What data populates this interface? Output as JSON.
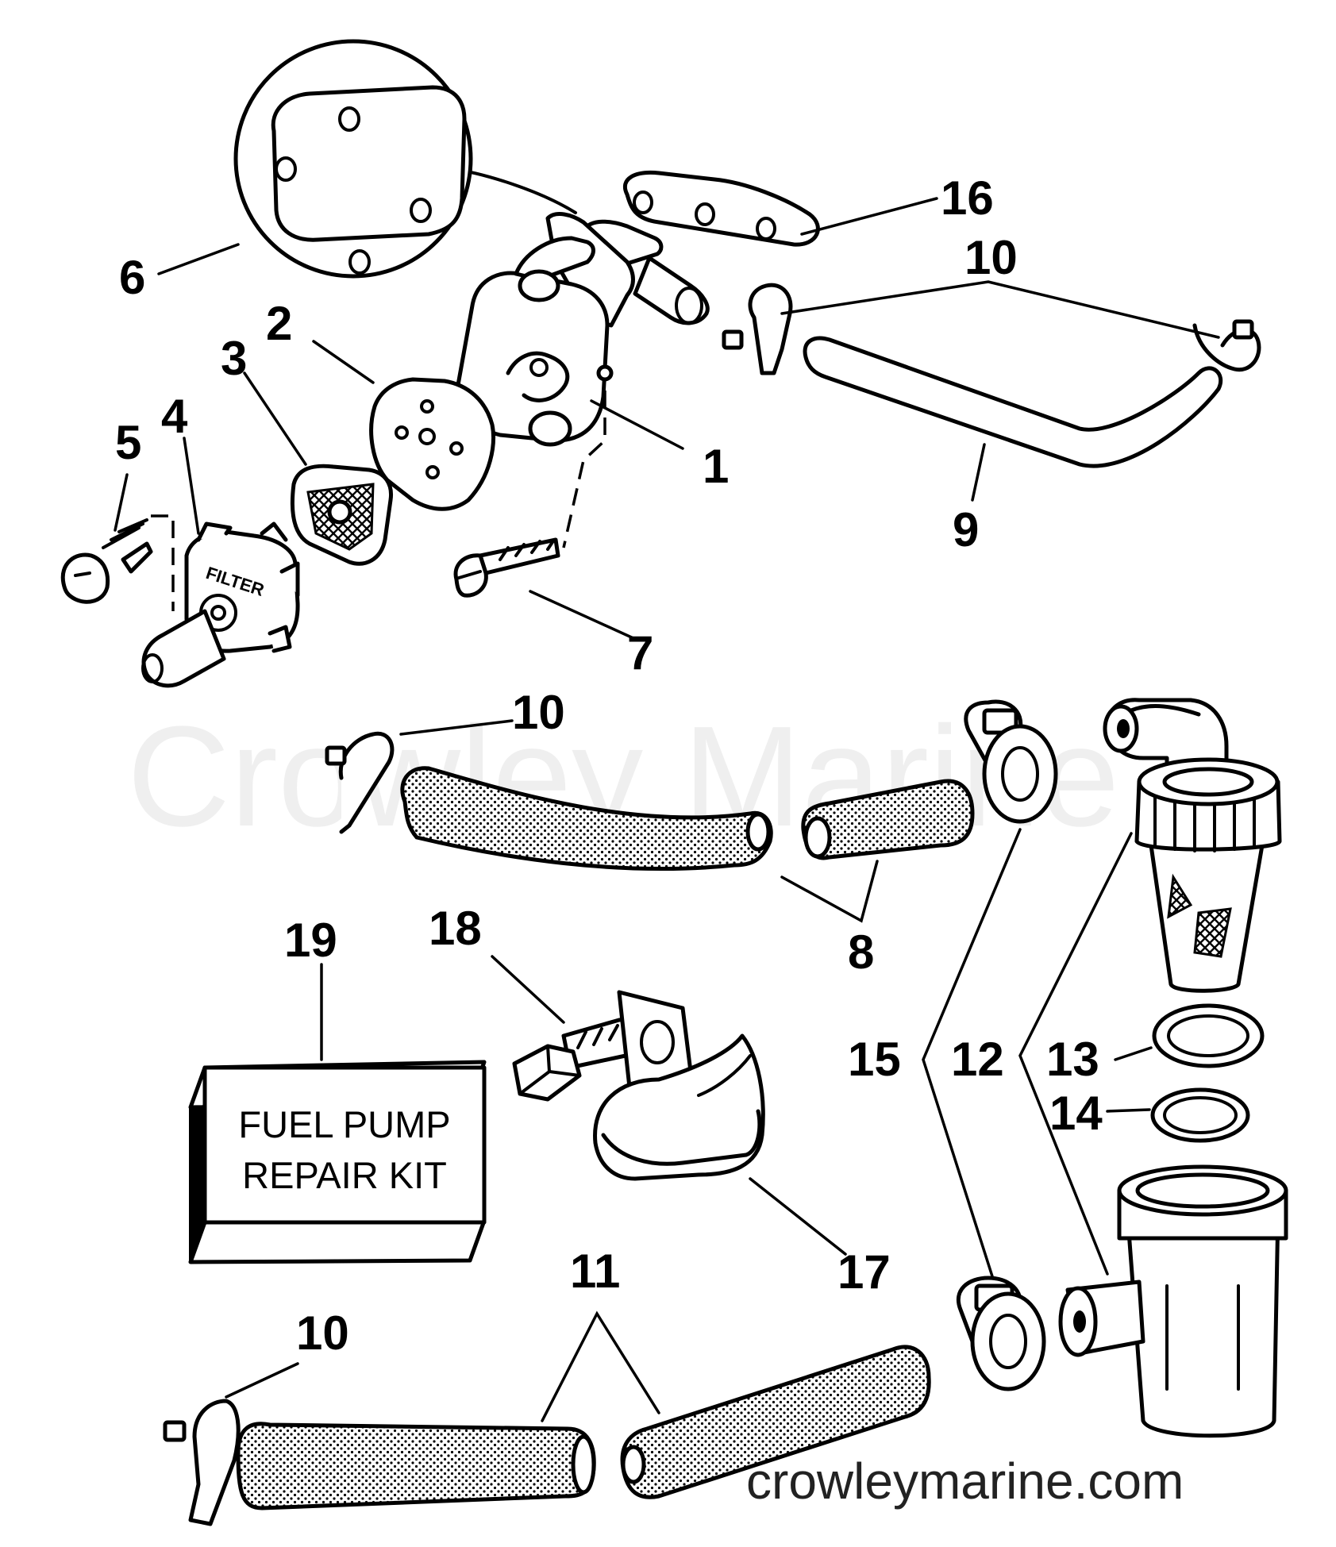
{
  "watermark": "Crowley Marine",
  "site_url": "crowleymarine.com",
  "kit_label": {
    "line1": "FUEL PUMP",
    "line2": "REPAIR KIT"
  },
  "filter_text": "FILTER",
  "callouts": {
    "c1": "1",
    "c2": "2",
    "c3": "3",
    "c4": "4",
    "c5": "5",
    "c6": "6",
    "c7": "7",
    "c8": "8",
    "c9": "9",
    "c10a": "10",
    "c10b": "10",
    "c10c": "10",
    "c11": "11",
    "c12": "12",
    "c13": "13",
    "c14": "14",
    "c15": "15",
    "c16": "16",
    "c17": "17",
    "c18": "18",
    "c19": "19"
  }
}
